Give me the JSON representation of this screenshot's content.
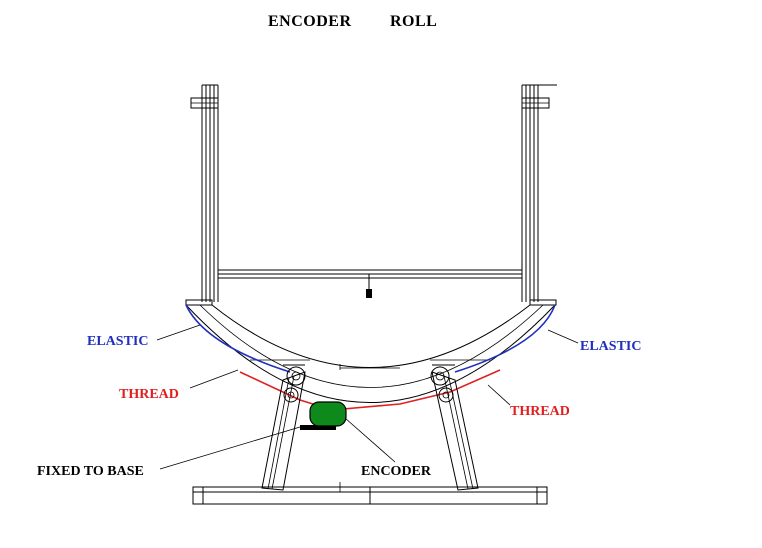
{
  "title": {
    "left": "ENCODER",
    "right": "ROLL"
  },
  "labels": {
    "elastic_left": "ELASTIC",
    "elastic_right": "ELASTIC",
    "thread_left": "THREAD",
    "thread_right": "THREAD",
    "fixed_to_base": "FIXED TO BASE",
    "encoder": "ENCODER"
  },
  "colors": {
    "elastic": "#1f2fbf",
    "thread": "#e02020",
    "encoder_body": "#0e8a1c",
    "ink": "#000000"
  }
}
